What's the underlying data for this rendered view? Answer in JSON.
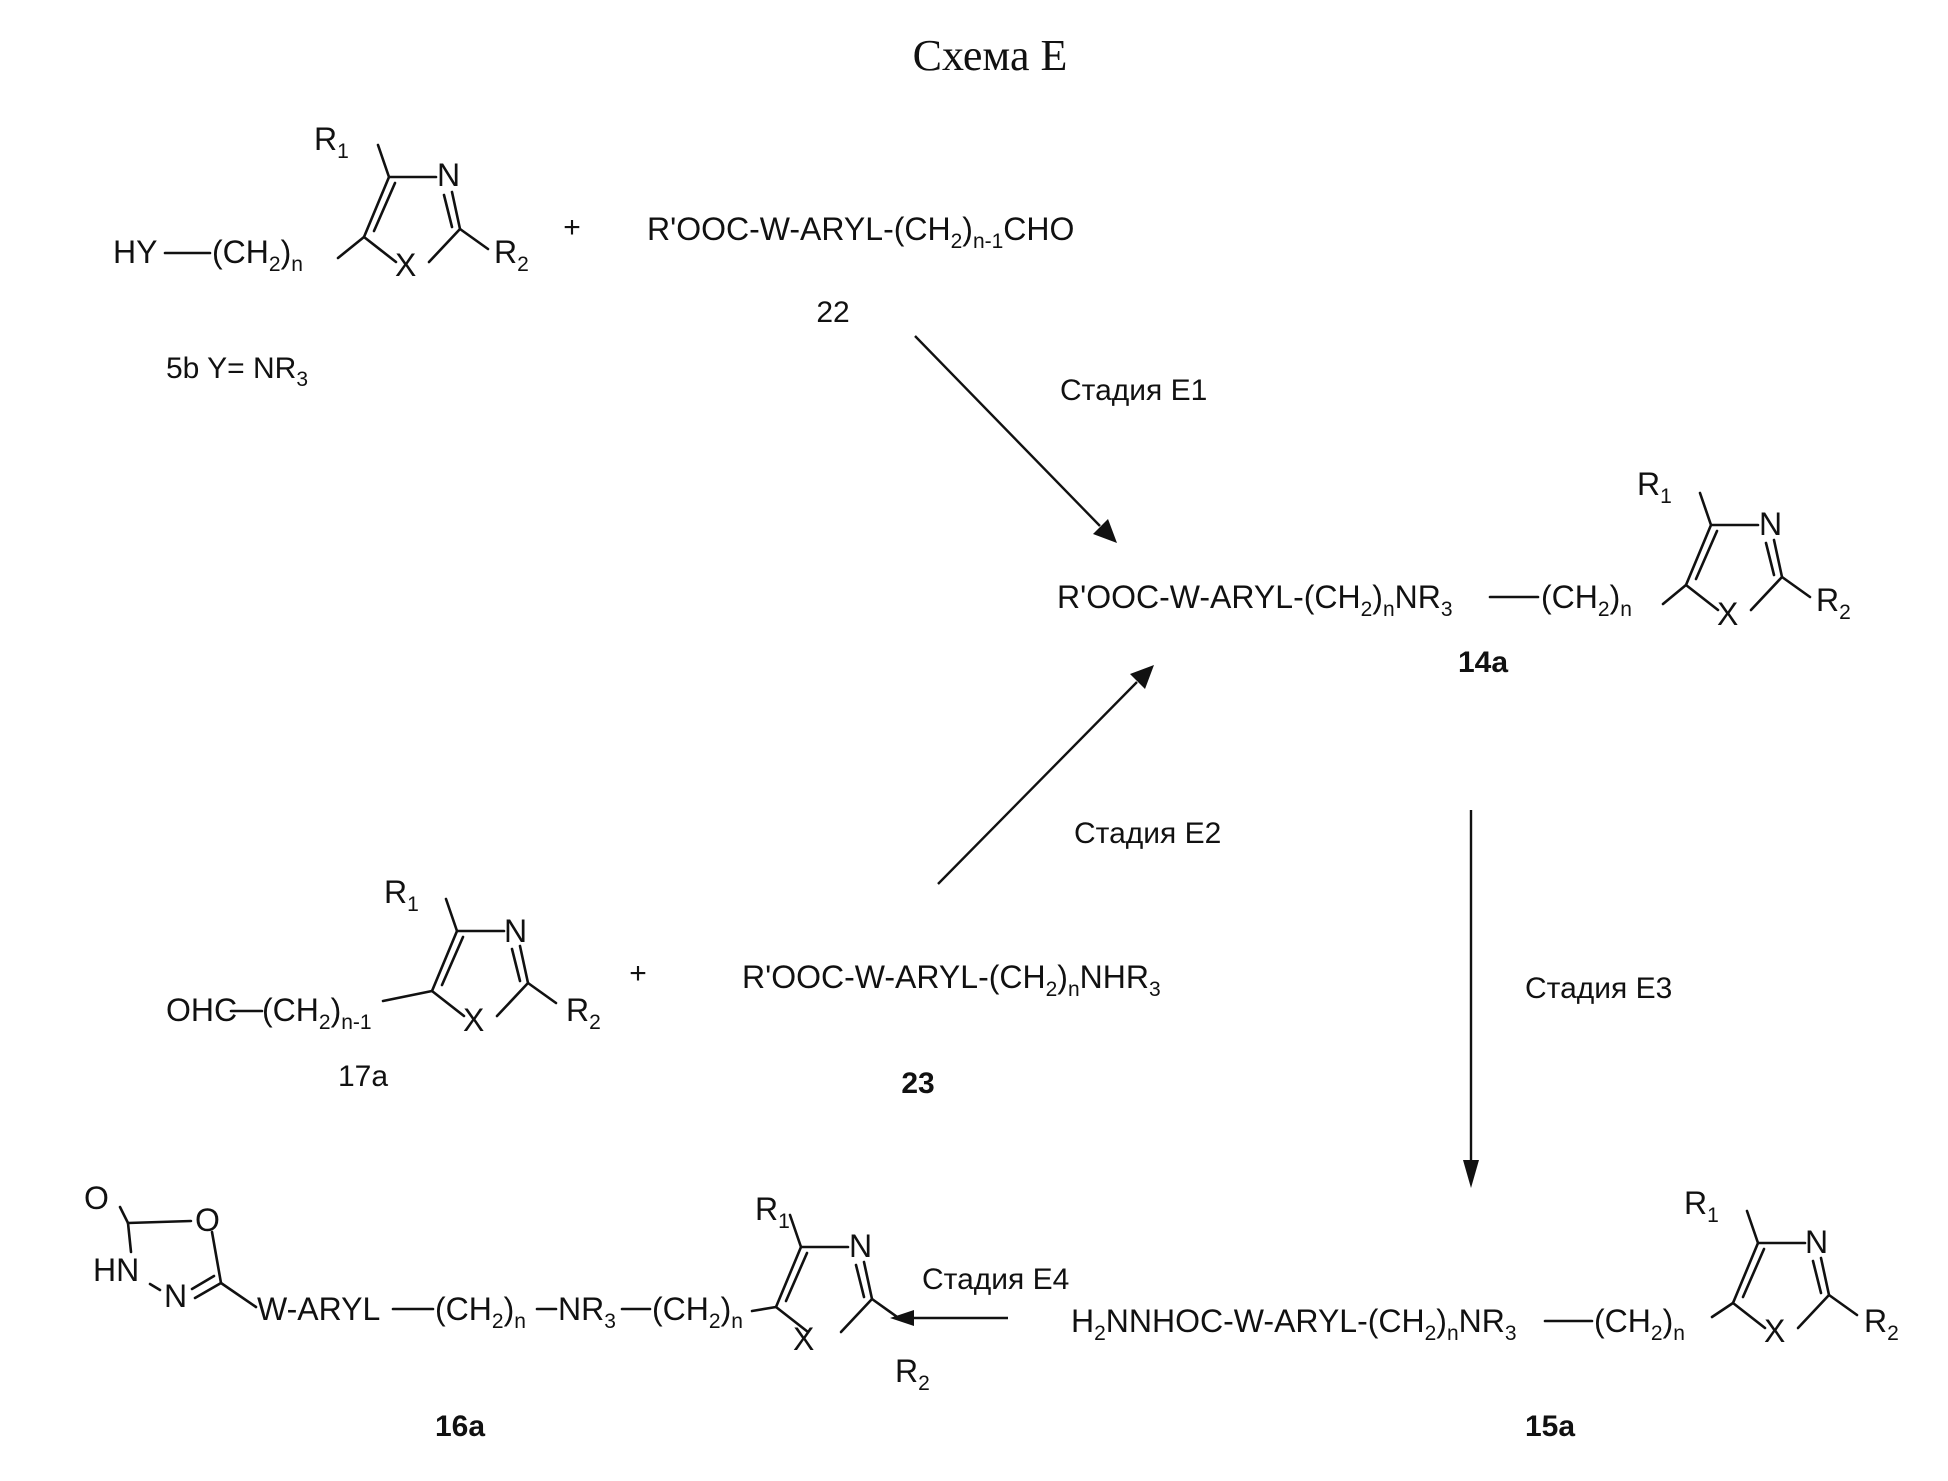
{
  "title": "Схема E",
  "compounds": {
    "c5b": {
      "label": "5b Y= NR",
      "label_sub": "3",
      "chain_left": "HY",
      "chain": "(CH",
      "chain_sub1": "2",
      "chain_close": ")",
      "chain_sub2": "n"
    },
    "c22": {
      "label": "22",
      "p1": "R'OOC-W-ARYL-(CH",
      "s1": "2",
      "p2": ")",
      "s2": "n-1",
      "p3": "CHO"
    },
    "c14a": {
      "label": "14a",
      "p1": "R'OOC-W-ARYL-(CH",
      "s1": "2",
      "p2": ")",
      "s2": "n",
      "p3": "NR",
      "s3": "3",
      "p4": "(CH",
      "s4": "2",
      "p5": ")",
      "s5": "n"
    },
    "c17a": {
      "label": "17a",
      "p1": "OHC",
      "p2": "(CH",
      "s2": "2",
      "p3": ")",
      "s3": "n-1"
    },
    "c23": {
      "label": "23",
      "p1": "R'OOC-W-ARYL-(CH",
      "s1": "2",
      "p2": ")",
      "s2": "n",
      "p3": "NHR",
      "s3": "3"
    },
    "c15a": {
      "label": "15a",
      "p0": "H",
      "s0": "2",
      "p1": "NNHOC-W-ARYL-(CH",
      "s1": "2",
      "p2": ")",
      "s2": "n",
      "p3": "NR",
      "s3": "3",
      "p4": "(CH",
      "s4": "2",
      "p5": ")",
      "s5": "n"
    },
    "c16a": {
      "label": "16a",
      "p1": "W-ARYL",
      "p2": "(CH",
      "s2": "2",
      "p3": ")",
      "s3": "n",
      "p4": "NR",
      "s4": "3",
      "p5": "(CH",
      "s5": "2",
      "p6": ")",
      "s6": "n",
      "oxo": "O",
      "ring_o": "O",
      "hn": "HN",
      "n": "N"
    }
  },
  "ring": {
    "r": "R",
    "r1_sub": "1",
    "r2_sub": "2",
    "n": "N",
    "x": "X"
  },
  "plus": "+",
  "stages": {
    "e1": "Стадия E1",
    "e2": "Стадия E2",
    "e3": "Стадия E3",
    "e4": "Стадия E4"
  }
}
